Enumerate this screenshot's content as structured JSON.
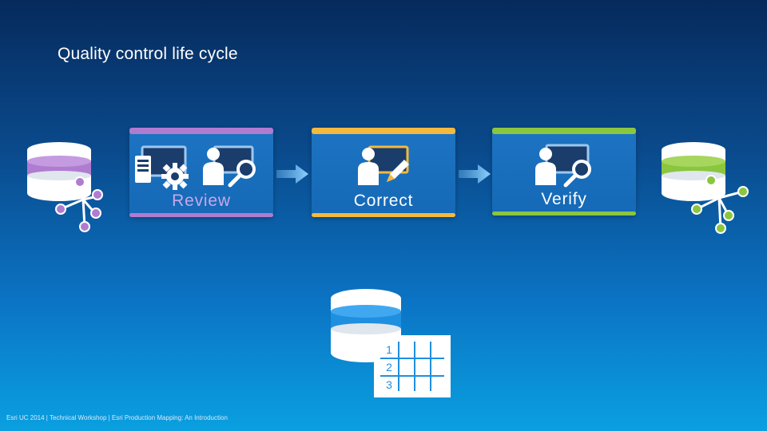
{
  "slide": {
    "title": "Quality control life cycle",
    "footer": "Esri UC 2014 | Technical Workshop | Esri Production Mapping: An Introduction"
  },
  "stages": [
    {
      "label": "Review",
      "accent": "#b07cd0"
    },
    {
      "label": "Correct",
      "accent": "#f4b93e"
    },
    {
      "label": "Verify",
      "accent": "#8bc63f"
    }
  ],
  "table_icon": {
    "row_numbers": [
      "1",
      "2",
      "3"
    ]
  },
  "colors": {
    "purple": "#b07cd0",
    "gold": "#f4b93e",
    "green": "#8bc63f",
    "blue_db": "#1f8fe0"
  },
  "icons": [
    "database-icon",
    "network-graph-icon",
    "monitor-icon",
    "server-icon",
    "gear-icon",
    "person-icon",
    "magnifier-icon",
    "pencil-icon",
    "arrow-right-icon",
    "table-icon"
  ]
}
